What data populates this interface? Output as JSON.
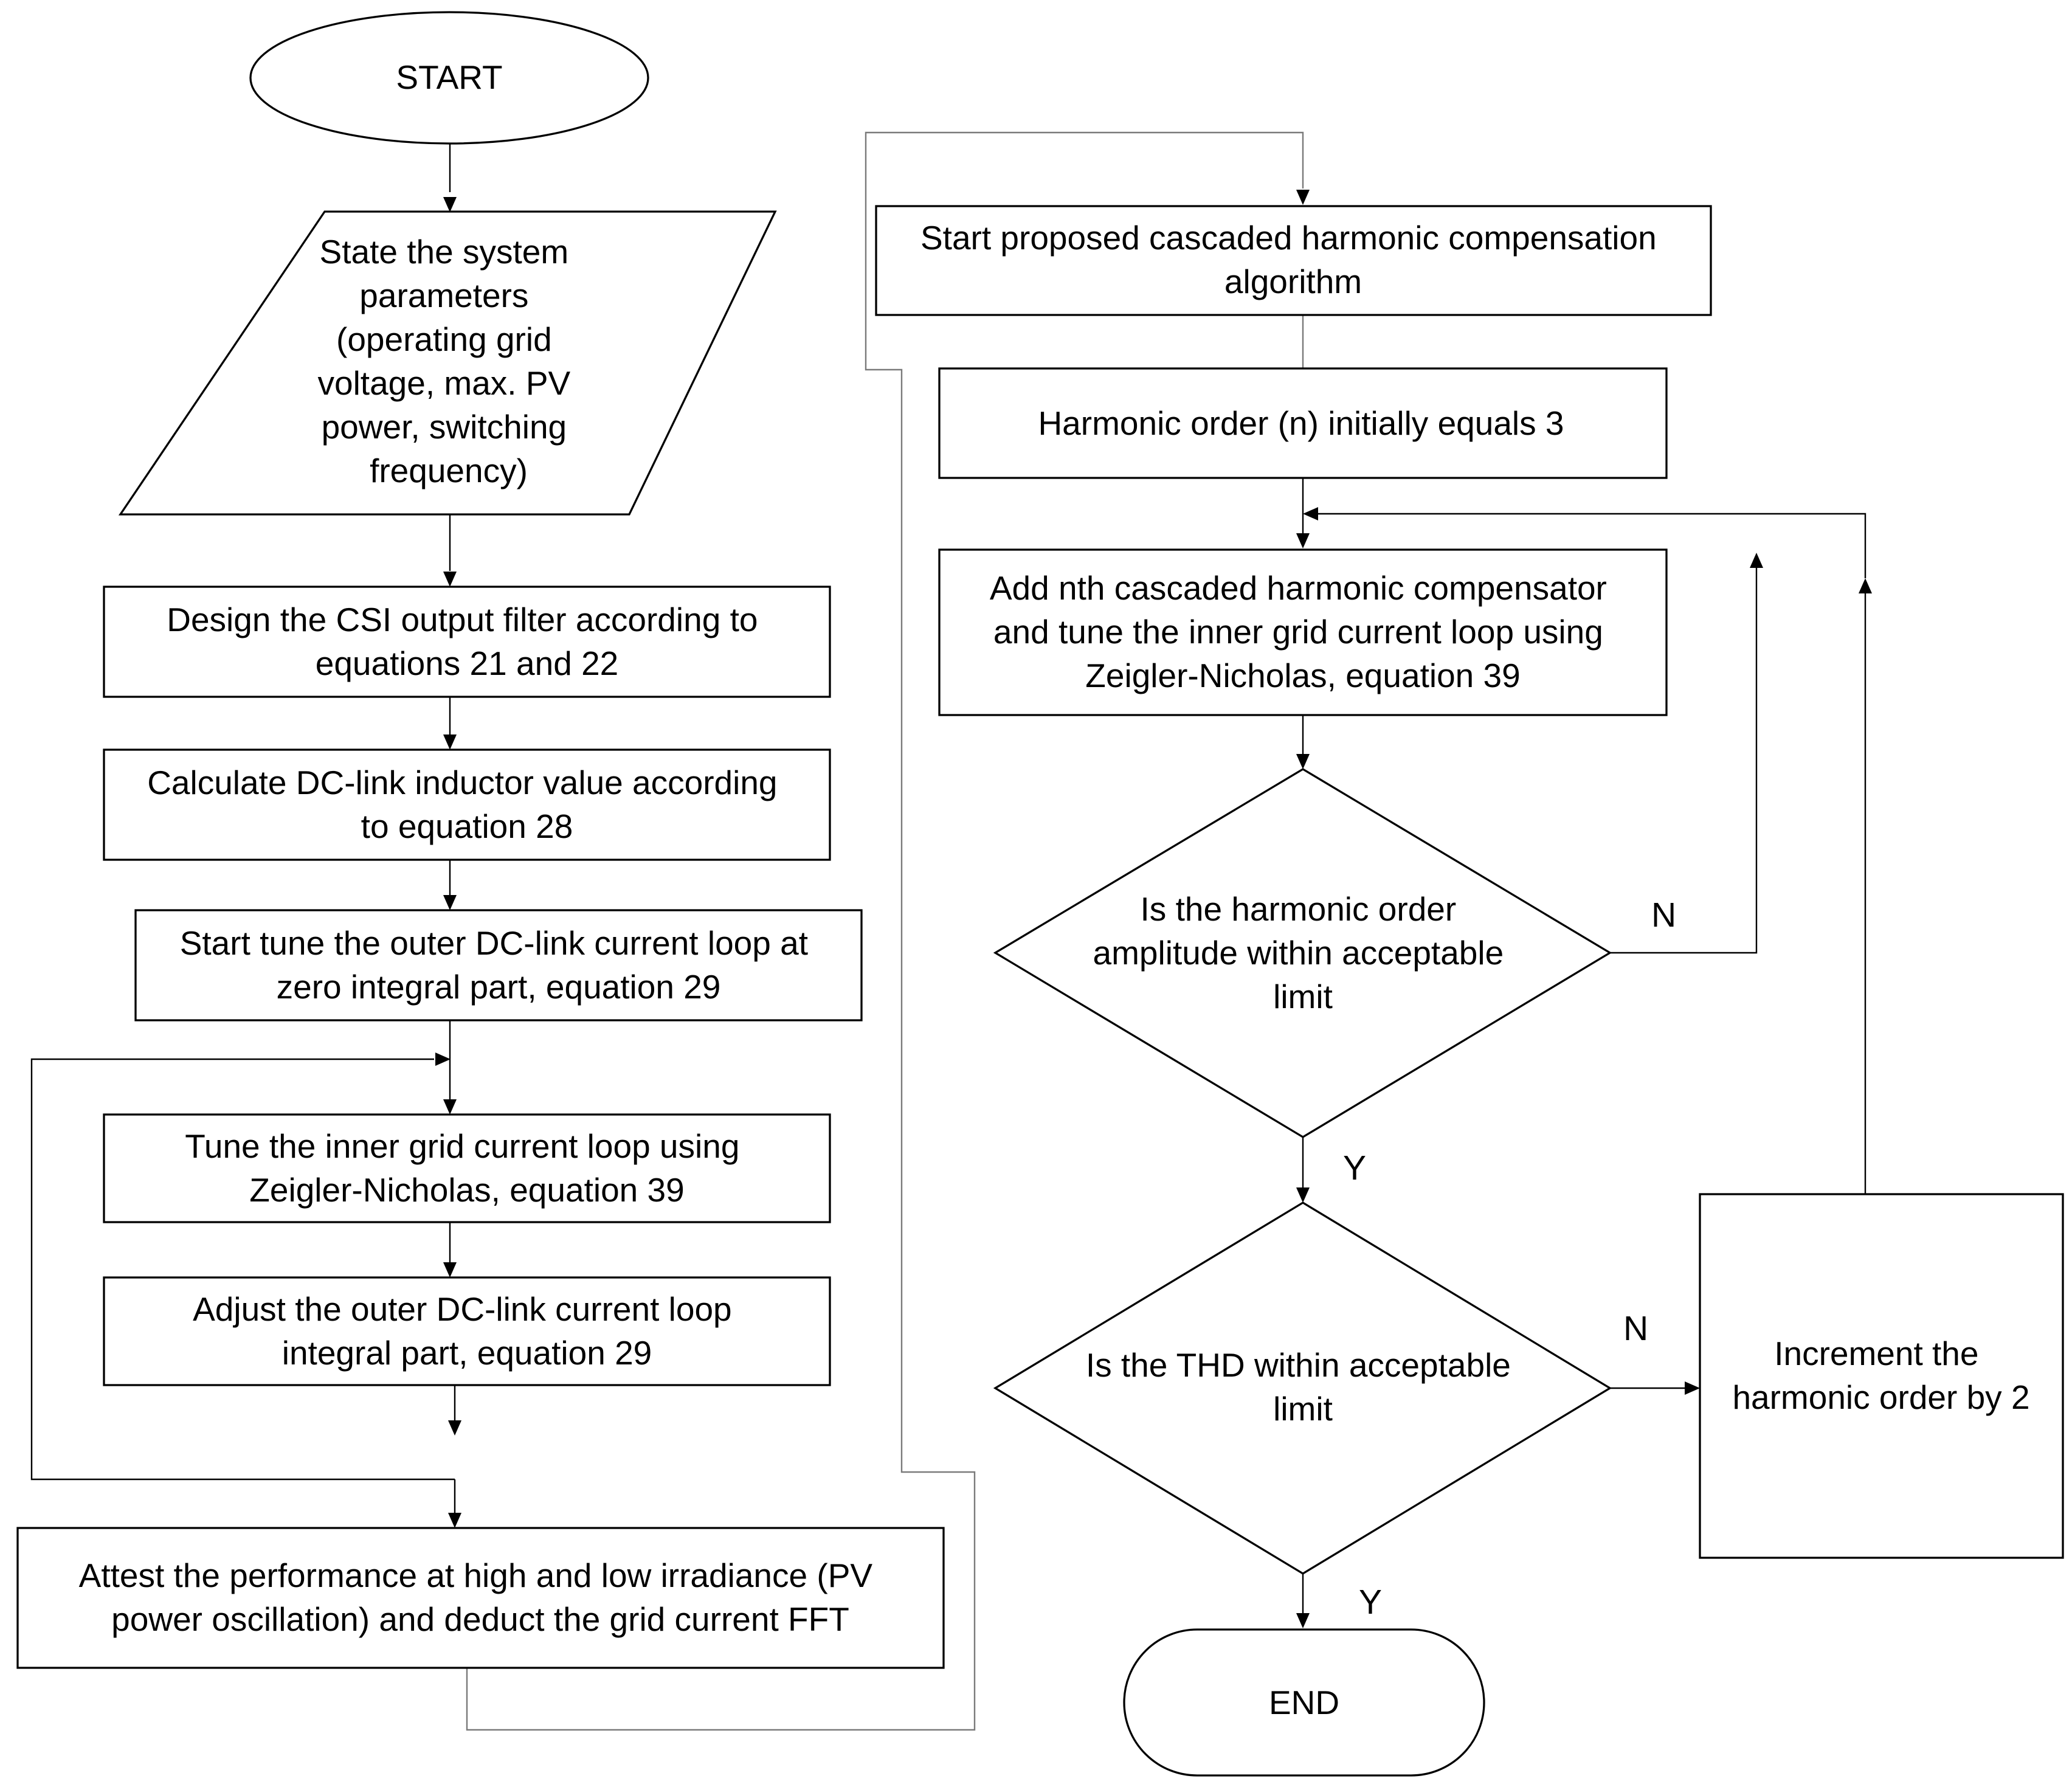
{
  "nodes": {
    "start": {
      "lines": [
        "START"
      ]
    },
    "params": {
      "lines": [
        "State the system",
        "parameters",
        "(operating grid",
        "voltage, max. PV",
        "power, switching",
        "frequency)"
      ]
    },
    "filter": {
      "lines": [
        "Design the CSI output filter according to",
        "equations 21 and 22"
      ]
    },
    "inductor": {
      "lines": [
        "Calculate DC-link inductor value according",
        "to equation 28"
      ]
    },
    "outer_tune": {
      "lines": [
        "Start tune the outer DC-link current loop at",
        "zero integral part, equation 29"
      ]
    },
    "inner_tune": {
      "lines": [
        "Tune the inner grid current loop using",
        "Zeigler-Nicholas, equation 39"
      ]
    },
    "adjust": {
      "lines": [
        "Adjust the outer DC-link current loop",
        "integral part, equation 29"
      ]
    },
    "attest": {
      "lines": [
        "Attest the performance at high and low irradiance (PV",
        "power oscillation) and deduct the grid current FFT"
      ]
    },
    "cascaded": {
      "lines": [
        "Start proposed cascaded harmonic compensation",
        "algorithm"
      ]
    },
    "harmonic_init": {
      "lines": [
        "Harmonic order (n) initially equals 3"
      ]
    },
    "add_comp": {
      "lines": [
        "Add nth cascaded harmonic compensator",
        "and tune the inner grid current loop using",
        "Zeigler-Nicholas, equation 39"
      ]
    },
    "check_amp": {
      "lines": [
        "Is the harmonic order",
        "amplitude within acceptable",
        "limit"
      ]
    },
    "check_thd": {
      "lines": [
        "Is the THD within acceptable",
        "limit"
      ]
    },
    "increment": {
      "lines": [
        "Increment the",
        "harmonic order by 2"
      ]
    },
    "end": {
      "lines": [
        "END"
      ]
    }
  },
  "edge_labels": {
    "amp_no": "N",
    "amp_yes": "Y",
    "thd_no": "N",
    "thd_yes": "Y"
  }
}
